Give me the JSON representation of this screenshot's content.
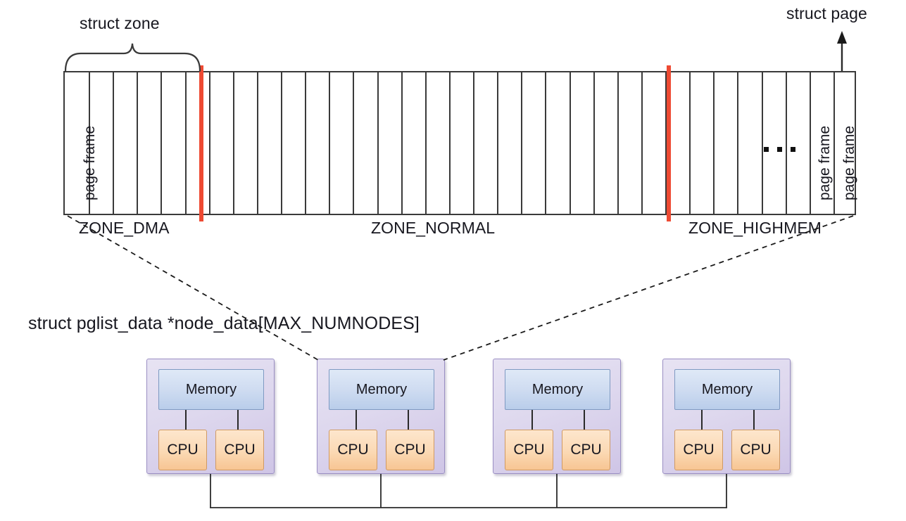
{
  "diagram": {
    "title_top_left": "struct zone",
    "title_top_right": "struct page",
    "declaration": "struct pglist_data *node_data[MAX_NUMNODES]",
    "array": {
      "cell_label": "page frame",
      "ellipsis": "...",
      "cell_count": 33,
      "labeled_cells": [
        {
          "index": 0,
          "label": "page frame"
        },
        {
          "index": 31,
          "label": "page frame"
        },
        {
          "index": 32,
          "label": "page frame"
        }
      ]
    },
    "zones": [
      {
        "name": "ZONE_DMA"
      },
      {
        "name": "ZONE_NORMAL"
      },
      {
        "name": "ZONE_HIGHMEM"
      }
    ],
    "nodes": [
      {
        "memory_label": "Memory",
        "cpus": [
          "CPU",
          "CPU"
        ]
      },
      {
        "memory_label": "Memory",
        "cpus": [
          "CPU",
          "CPU"
        ]
      },
      {
        "memory_label": "Memory",
        "cpus": [
          "CPU",
          "CPU"
        ]
      },
      {
        "memory_label": "Memory",
        "cpus": [
          "CPU",
          "CPU"
        ]
      }
    ],
    "colors": {
      "zone_marker": "#ee4a33",
      "array_border": "#3a3a3a",
      "node_fill": "#ded8ee",
      "memory_fill": "#cfdcf1",
      "cpu_fill": "#fbd9b4",
      "text": "#17171f",
      "connector": "#2a2a2a"
    }
  }
}
